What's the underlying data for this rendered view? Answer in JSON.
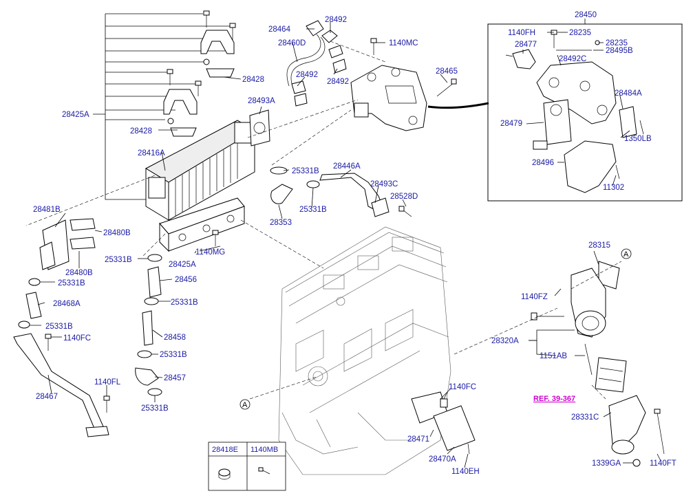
{
  "labels": {
    "l28425A": "28425A",
    "l28428a": "28428",
    "l28428b": "28428",
    "l28416A": "28416A",
    "l28493A": "28493A",
    "l28464": "28464",
    "l28492a": "28492",
    "l28460D": "28460D",
    "l28492b": "28492",
    "l28492c": "28492",
    "l1140MC": "1140MC",
    "l28465": "28465",
    "l28450": "28450",
    "l1140FH": "1140FH",
    "l28235a": "28235",
    "l28235b": "28235",
    "l28495B": "28495B",
    "l28477": "28477",
    "l28492C": "28492C",
    "l28484A": "28484A",
    "l28479": "28479",
    "l1350LB": "1350LB",
    "l28496": "28496",
    "l11302": "11302",
    "l25331Ba": "25331B",
    "l28446A": "28446A",
    "l28493C": "28493C",
    "l28528D": "28528D",
    "l25331Bb": "25331B",
    "l28353": "28353",
    "l28481B": "28481B",
    "l28480Ba": "28480B",
    "l28480Bb": "28480B",
    "l25331Bc": "25331B",
    "l28468A": "28468A",
    "l25331Bd": "25331B",
    "l1140FCa": "1140FC",
    "l28467": "28467",
    "l1140FL": "1140FL",
    "l1140MG": "1140MG",
    "l28425Ab": "28425A",
    "l25331Be": "25331B",
    "l28456": "28456",
    "l25331Bf": "25331B",
    "l28458": "28458",
    "l25331Bg": "25331B",
    "l28457": "28457",
    "l25331Bh": "25331B",
    "l28315": "28315",
    "l1140FZ": "1140FZ",
    "l28320A": "28320A",
    "l1151AB": "1151AB",
    "lref": "REF. 39-367",
    "l28331C": "28331C",
    "l1339GA": "1339GA",
    "l1140FT": "1140FT",
    "l1140FCb": "1140FC",
    "l28471": "28471",
    "l28470A": "28470A",
    "l1140EH": "1140EH",
    "circA1": "A",
    "circA2": "A"
  },
  "legend": {
    "col1": "28418E",
    "col2": "1140MB"
  }
}
